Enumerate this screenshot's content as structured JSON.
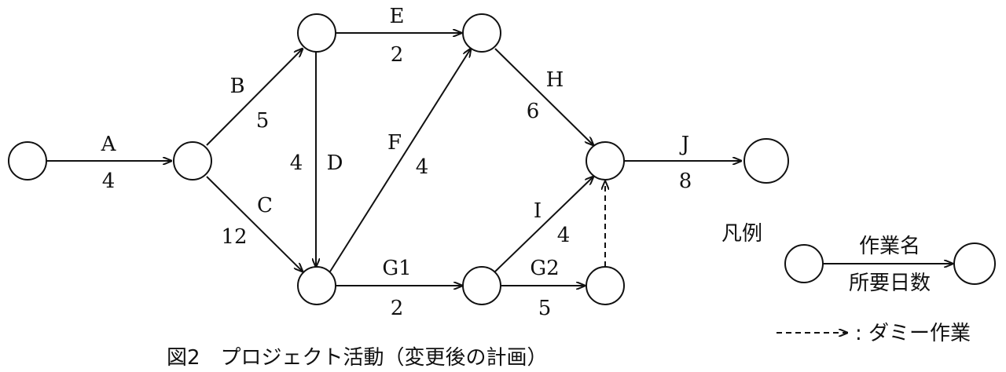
{
  "diagram": {
    "activities": [
      {
        "id": "A",
        "name": "A",
        "days": "4"
      },
      {
        "id": "B",
        "name": "B",
        "days": "5"
      },
      {
        "id": "C",
        "name": "C",
        "days": "12"
      },
      {
        "id": "D",
        "name": "D",
        "days": "4"
      },
      {
        "id": "E",
        "name": "E",
        "days": "2"
      },
      {
        "id": "F",
        "name": "F",
        "days": "4"
      },
      {
        "id": "G1",
        "name": "G1",
        "days": "2"
      },
      {
        "id": "G2",
        "name": "G2",
        "days": "5"
      },
      {
        "id": "H",
        "name": "H",
        "days": "6"
      },
      {
        "id": "I",
        "name": "I",
        "days": "4"
      },
      {
        "id": "J",
        "name": "J",
        "days": "8"
      }
    ],
    "legend": {
      "title": "凡例",
      "name_label": "作業名",
      "days_label": "所要日数",
      "dummy_label": ": ダミー作業"
    },
    "caption": "図2　プロジェクト活動（変更後の計画）"
  }
}
